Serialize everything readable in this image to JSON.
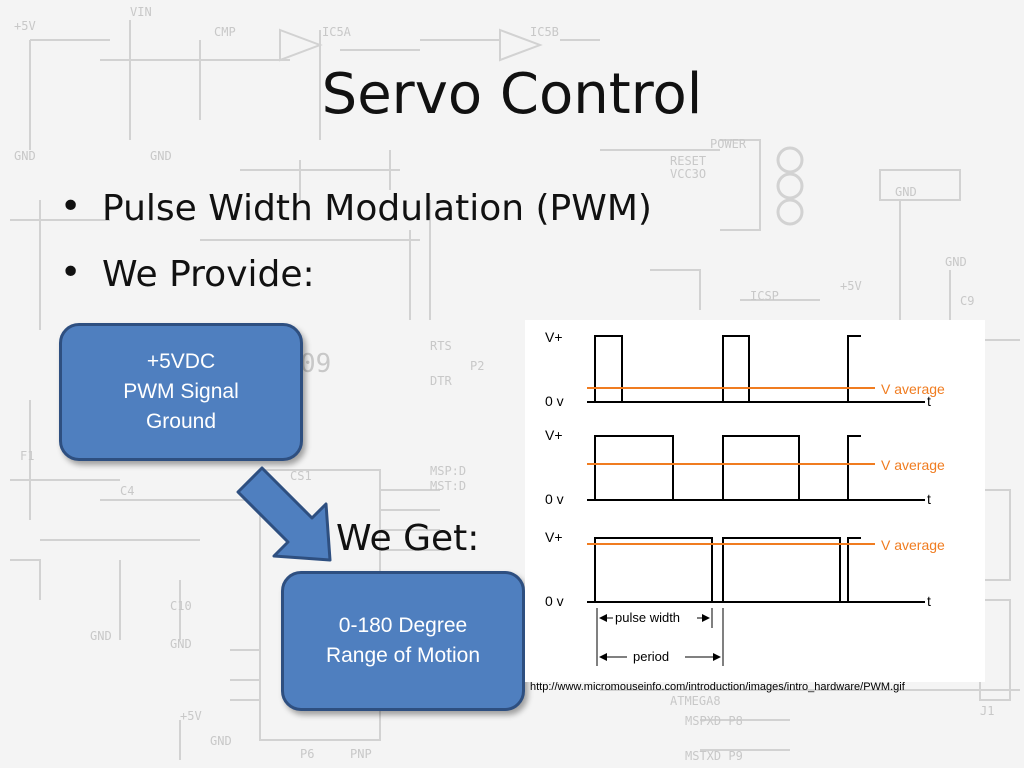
{
  "slide": {
    "title": "Servo Control",
    "bullets": [
      "Pulse Width Modulation (PWM)",
      "We Provide:"
    ],
    "provide_box": [
      "+5VDC",
      "PWM Signal",
      "Ground"
    ],
    "we_get_label": "We Get:",
    "get_box": [
      "0-180 Degree",
      "Range of Motion"
    ],
    "source_url": "http://www.micromouseinfo.com/introduction/images/intro_hardware/PWM.gif"
  },
  "pwm_diagram": {
    "v_plus_label": "V+",
    "zero_label": "0 v",
    "t_label": "t",
    "v_average_label": "V average",
    "pulse_width_label": "pulse width",
    "period_label": "period",
    "accent_color": "#f07c20"
  },
  "colors": {
    "box_fill": "#4f7fbf",
    "box_border": "#2e4f80"
  }
}
